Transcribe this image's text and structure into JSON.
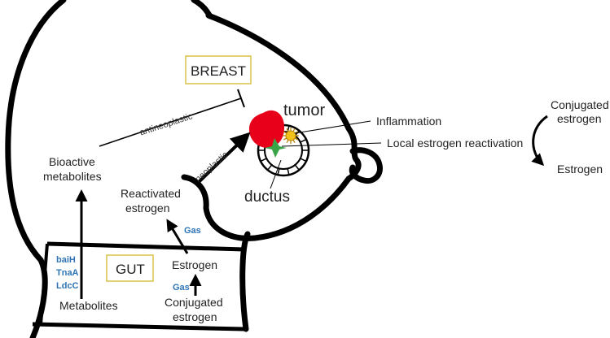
{
  "labels": {
    "breast": "BREAST",
    "tumor": "tumor",
    "ductus": "ductus",
    "inflammation": "Inflammation",
    "local_reactivation": "Local estrogen reactivation",
    "antineoplastic": "antineoplastic",
    "neoplastic": "neoplastic",
    "bioactive_line1": "Bioactive",
    "bioactive_line2": "metabolites",
    "reactivated_line1": "Reactivated",
    "reactivated_line2": "estrogen",
    "gas_upper": "Gas",
    "gas_lower": "Gas",
    "gut": "GUT",
    "estrogen_gut": "Estrogen",
    "conjugated_gut_line1": "Conjugated",
    "conjugated_gut_line2": "estrogen",
    "metabolites": "Metabolites",
    "gene_1": "baiH",
    "gene_2": "TnaA",
    "gene_3": "LdcC"
  },
  "legend": {
    "conjugated_line1": "Conjugated",
    "conjugated_line2": "estrogen",
    "estrogen": "Estrogen"
  },
  "colors": {
    "tumor": "#e8001a",
    "gene_text": "#2e74b5",
    "inflammation_burst": "#f2c21b",
    "reactivation_marker": "#3aa548",
    "outline": "#000000"
  }
}
